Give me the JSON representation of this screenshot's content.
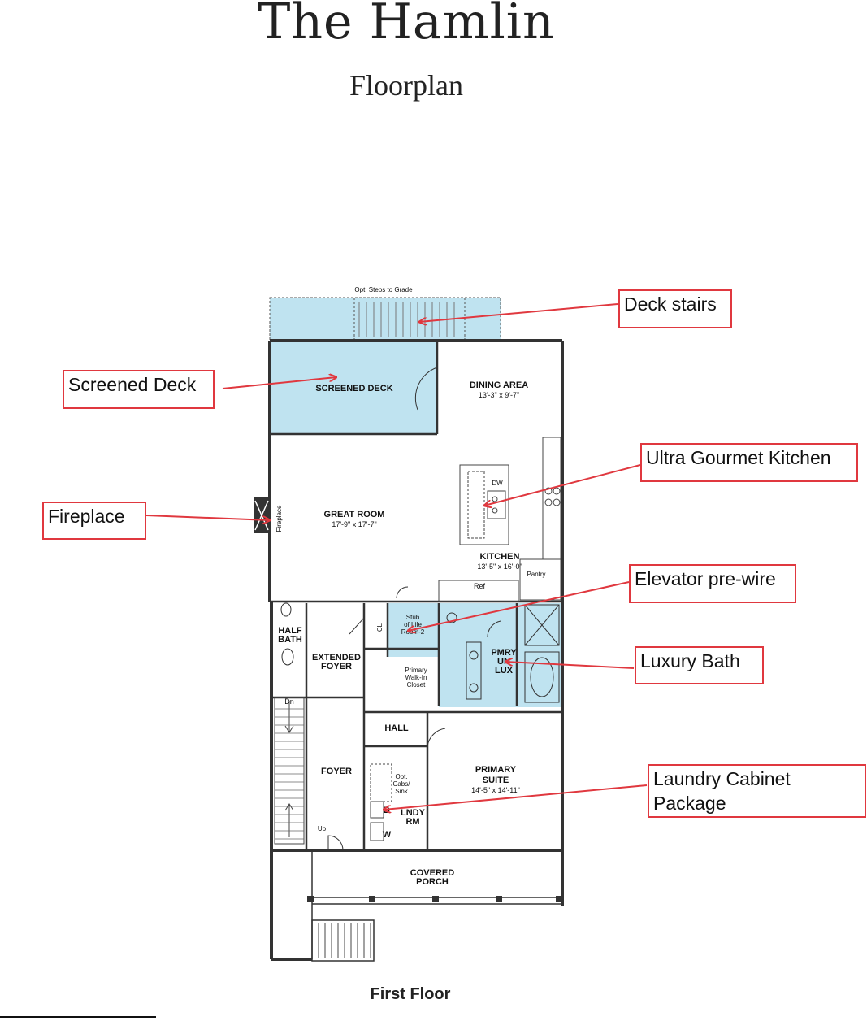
{
  "header": {
    "title": "The Hamlin",
    "subtitle": "Floorplan"
  },
  "caption": "First Floor",
  "accent_color": "#e0383f",
  "highlight_color": "#bfe3f0",
  "plan": {
    "steps_label": "Opt. Steps to Grade",
    "screened_deck": "SCREENED DECK",
    "dining": {
      "name": "DINING AREA",
      "size": "13'-3\" x 9'-7\""
    },
    "great_room": {
      "name": "GREAT ROOM",
      "size": "17'-9\" x 17'-7\""
    },
    "fireplace": "Fireplace",
    "dw": "DW",
    "kitchen": {
      "name": "KITCHEN",
      "size": "13'-5\" x 16'-0\""
    },
    "pantry": "Pantry",
    "ref": "Ref",
    "stub": [
      "Stub",
      "of Life",
      "Room-2"
    ],
    "cl": "CL",
    "half_bath": [
      "HALF",
      "BATH"
    ],
    "extended_foyer": [
      "EXTENDED",
      "FOYER"
    ],
    "walk_in": [
      "Primary",
      "Walk-In",
      "Closet"
    ],
    "pmry": [
      "PMRY",
      "UN",
      "LUX"
    ],
    "dn": "Dn",
    "hall": "HALL",
    "foyer": "FOYER",
    "opt_cabs": [
      "Opt.",
      "Cabs/",
      "Sink"
    ],
    "primary_suite": {
      "name1": "PRIMARY",
      "name2": "SUITE",
      "size": "14'-5\" x 14'-11\""
    },
    "lndy": [
      "LNDY",
      "RM"
    ],
    "d": "D",
    "w": "W",
    "up": "Up",
    "covered_porch": [
      "COVERED",
      "PORCH"
    ]
  },
  "callouts": {
    "deck_stairs": "Deck stairs",
    "screened_deck": "Screened Deck",
    "fireplace": "Fireplace",
    "kitchen": "Ultra Gourmet Kitchen",
    "elevator": "Elevator pre-wire",
    "luxury_bath": "Luxury Bath",
    "laundry": [
      "Laundry Cabinet",
      "Package"
    ]
  }
}
